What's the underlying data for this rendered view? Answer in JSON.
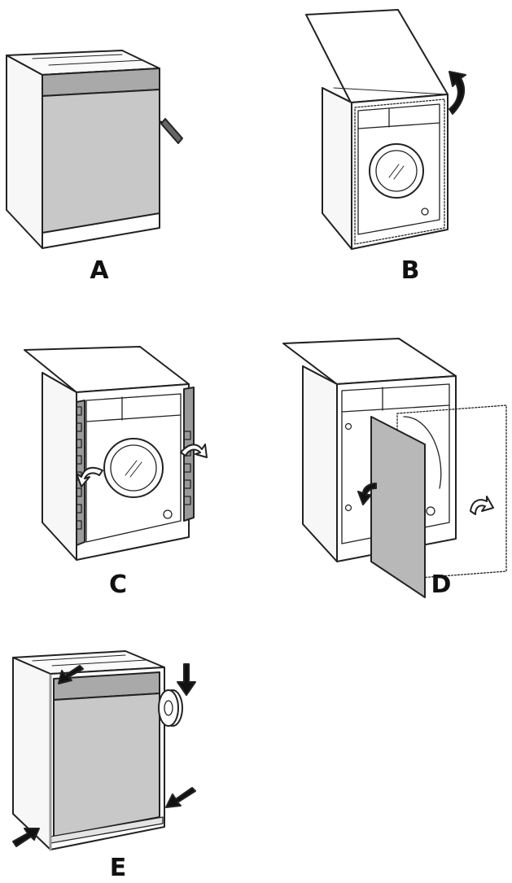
{
  "panels": [
    {
      "id": "A",
      "label": "A"
    },
    {
      "id": "B",
      "label": "B"
    },
    {
      "id": "C",
      "label": "C"
    },
    {
      "id": "D",
      "label": "D"
    },
    {
      "id": "E",
      "label": "E"
    }
  ],
  "colors": {
    "line": "#222222",
    "panel_fill": "#c8c8c8",
    "band_fill": "#a9a9a9",
    "white": "#ffffff",
    "side_fill": "#f7f7f7"
  }
}
